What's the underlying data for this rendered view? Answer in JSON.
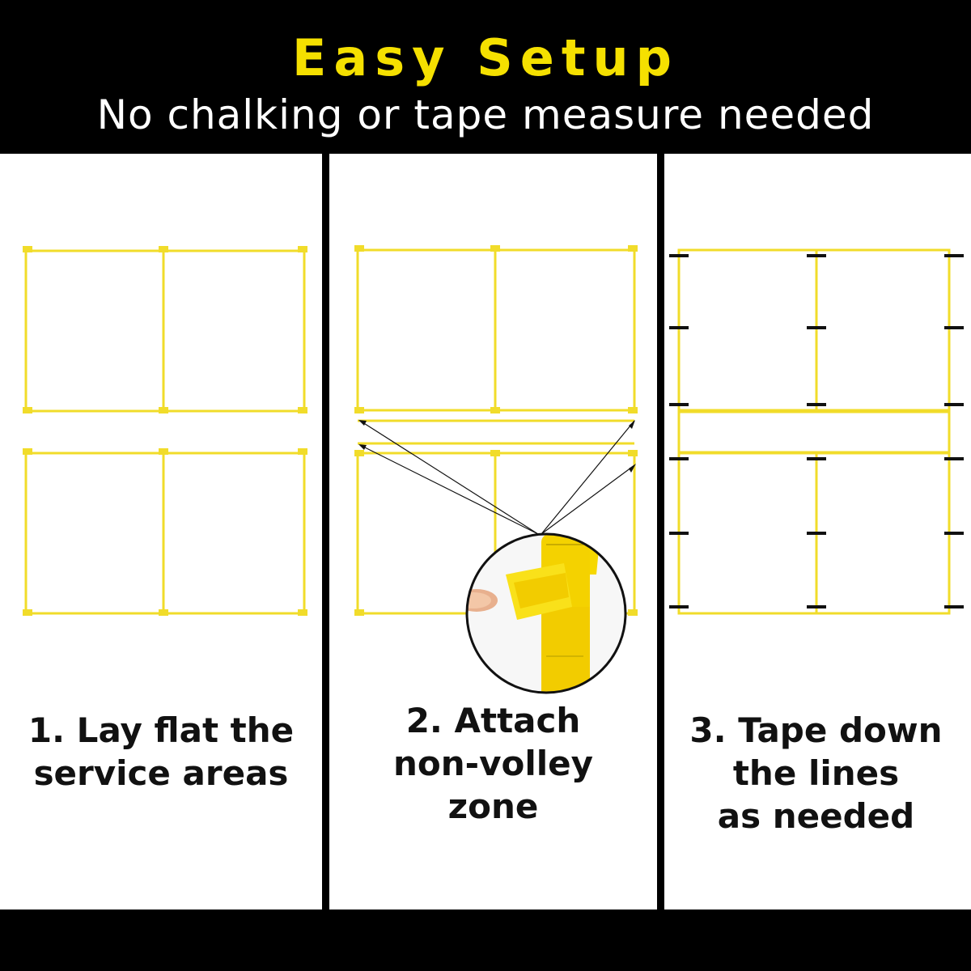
{
  "header": {
    "title": "Easy Setup",
    "subtitle": "No chalking or tape measure needed"
  },
  "steps": [
    {
      "lines": [
        "1. Lay flat the",
        "service areas"
      ]
    },
    {
      "lines": [
        "2. Attach",
        "non-volley",
        "zone"
      ]
    },
    {
      "lines": [
        "3. Tape down",
        "the lines",
        "as needed"
      ]
    }
  ],
  "colors": {
    "accent": "#f5e000",
    "line_yellow": "#f1dc2a",
    "background": "#ffffff",
    "bar": "#000000",
    "caption": "#111111"
  }
}
